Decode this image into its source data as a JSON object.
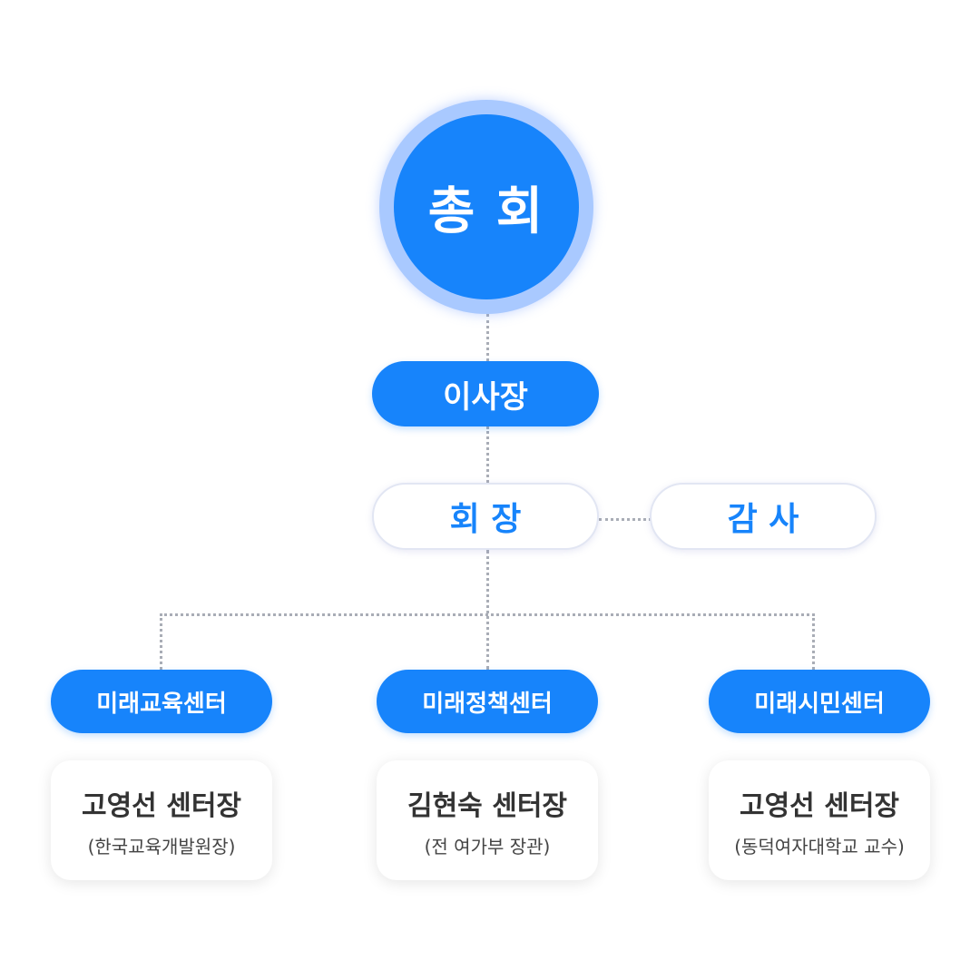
{
  "assembly": {
    "label": "총 회"
  },
  "chairman": {
    "label": "이사장"
  },
  "president": {
    "label": "회 장"
  },
  "auditor": {
    "label": "감 사"
  },
  "centers": [
    {
      "label": "미래교육센터",
      "person": "고영선 센터장",
      "note": "(한국교육개발원장)"
    },
    {
      "label": "미래정책센터",
      "person": "김현숙 센터장",
      "note": "(전 여가부 장관)"
    },
    {
      "label": "미래시민센터",
      "person": "고영선 센터장",
      "note": "(동덕여자대학교 교수)"
    }
  ],
  "colors": {
    "primary": "#1784fb",
    "ring": "#a9c9ff",
    "connector": "#a9adb6"
  }
}
